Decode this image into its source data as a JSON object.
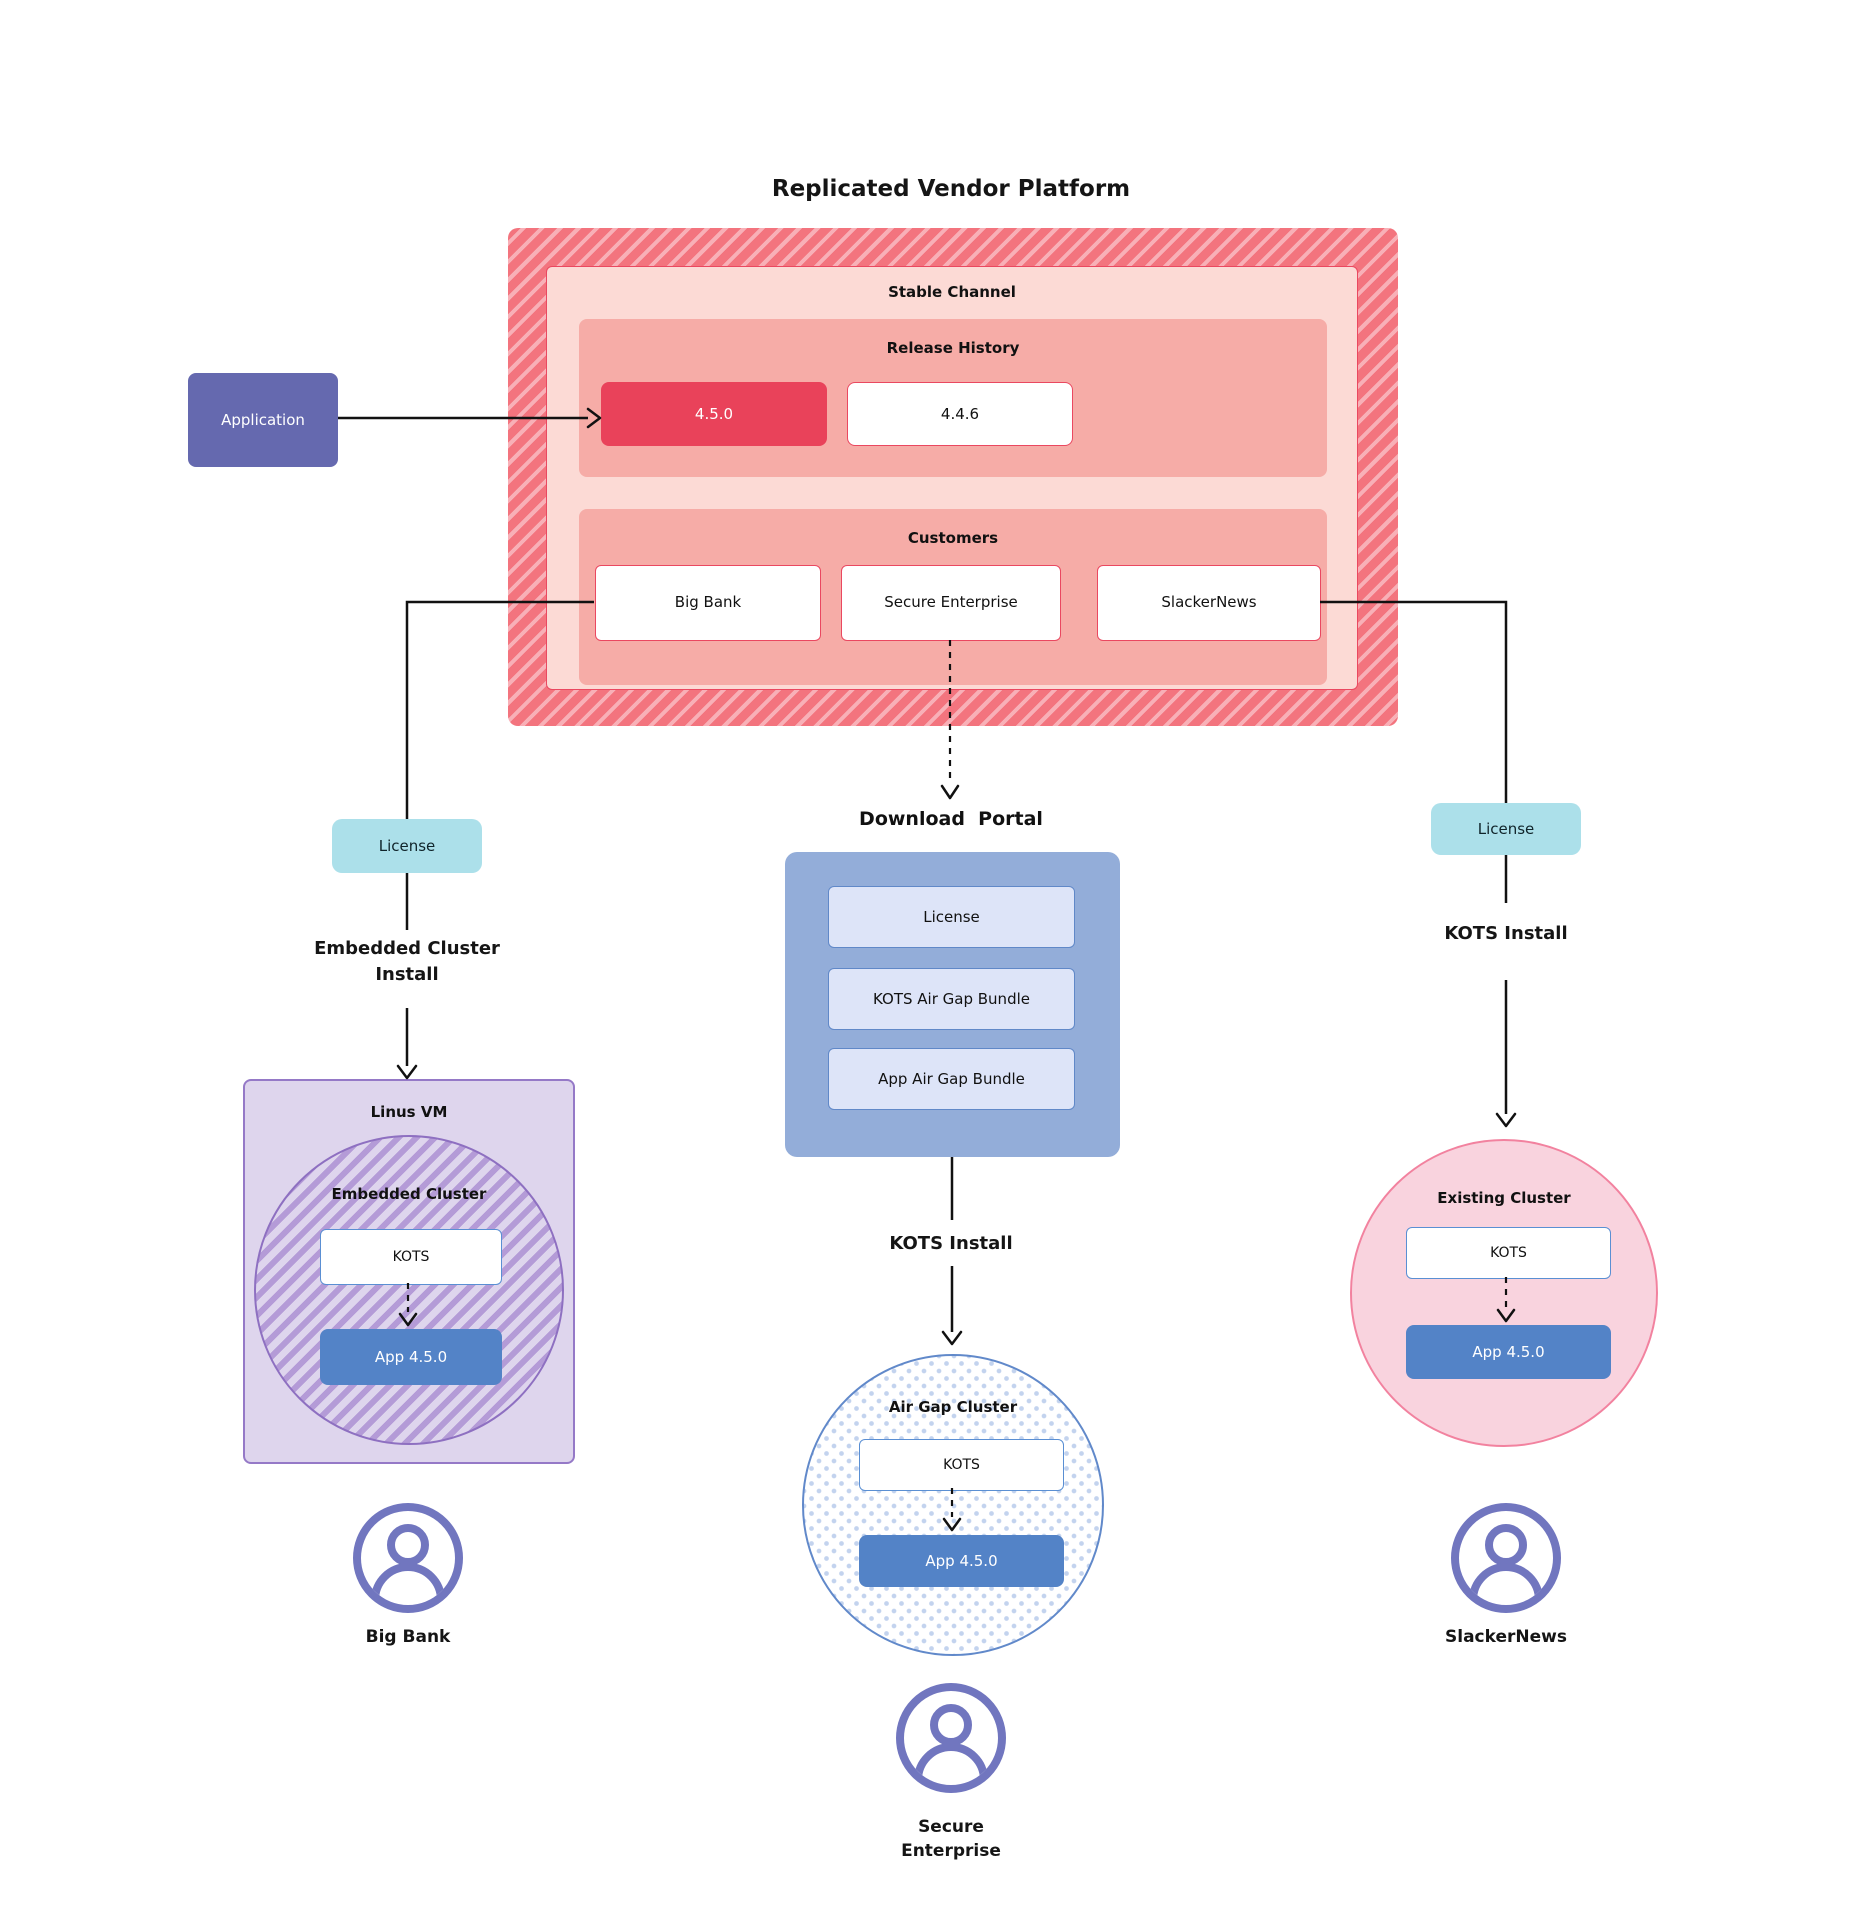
{
  "diagram": {
    "title": "Replicated Vendor Platform",
    "platform": {
      "stable_channel_label": "Stable Channel",
      "release_history": {
        "label": "Release History",
        "current_release": "4.5.0",
        "previous_release": "4.4.6"
      },
      "customers": {
        "label": "Customers",
        "items": [
          "Big Bank",
          "Secure Enterprise",
          "SlackerNews"
        ]
      }
    },
    "application_label": "Application",
    "left_flow": {
      "license_label": "License",
      "install_line1": "Embedded Cluster",
      "install_line2": "Install",
      "vm_title": "Linus VM",
      "cluster_title": "Embedded Cluster",
      "kots_label": "KOTS",
      "app_label": "App 4.5.0",
      "customer_name": "Big Bank"
    },
    "middle_flow": {
      "portal_title": "Download  Portal",
      "portal_items": [
        "License",
        "KOTS Air Gap Bundle",
        "App Air Gap Bundle"
      ],
      "install_label": "KOTS Install",
      "cluster_title": "Air Gap Cluster",
      "kots_label": "KOTS",
      "app_label": "App 4.5.0",
      "customer_name_line1": "Secure",
      "customer_name_line2": "Enterprise"
    },
    "right_flow": {
      "license_label": "License",
      "install_label": "KOTS Install",
      "cluster_title": "Existing Cluster",
      "kots_label": "KOTS",
      "app_label": "App 4.5.0",
      "customer_name": "SlackerNews"
    },
    "colors": {
      "channel_hatch_red": "#f3747e",
      "channel_hatch_stripe": "#f8b0b7",
      "stable_bg": "#fcdad5",
      "section_bg": "#f6aca7",
      "release_highlight_red": "#e9425a",
      "card_border_red": "#ea4860",
      "application_purple": "#6569af",
      "license_teal": "#ace0ea",
      "portal_blue": "#93add9",
      "portal_item_bg": "#dde4f8",
      "portal_item_border": "#6088c8",
      "app_blue": "#5383c7",
      "kots_border_blue": "#5a8fd3",
      "vm_bg": "#ded5ed",
      "vm_border": "#9579c7",
      "vm_hatch_stripe": "#b49bd7",
      "airgap_border": "#6189ca",
      "airgap_dot": "#c3d3ee",
      "existing_bg": "#f9d3de",
      "existing_border": "#f2829f",
      "user_icon": "#7176bf"
    }
  }
}
